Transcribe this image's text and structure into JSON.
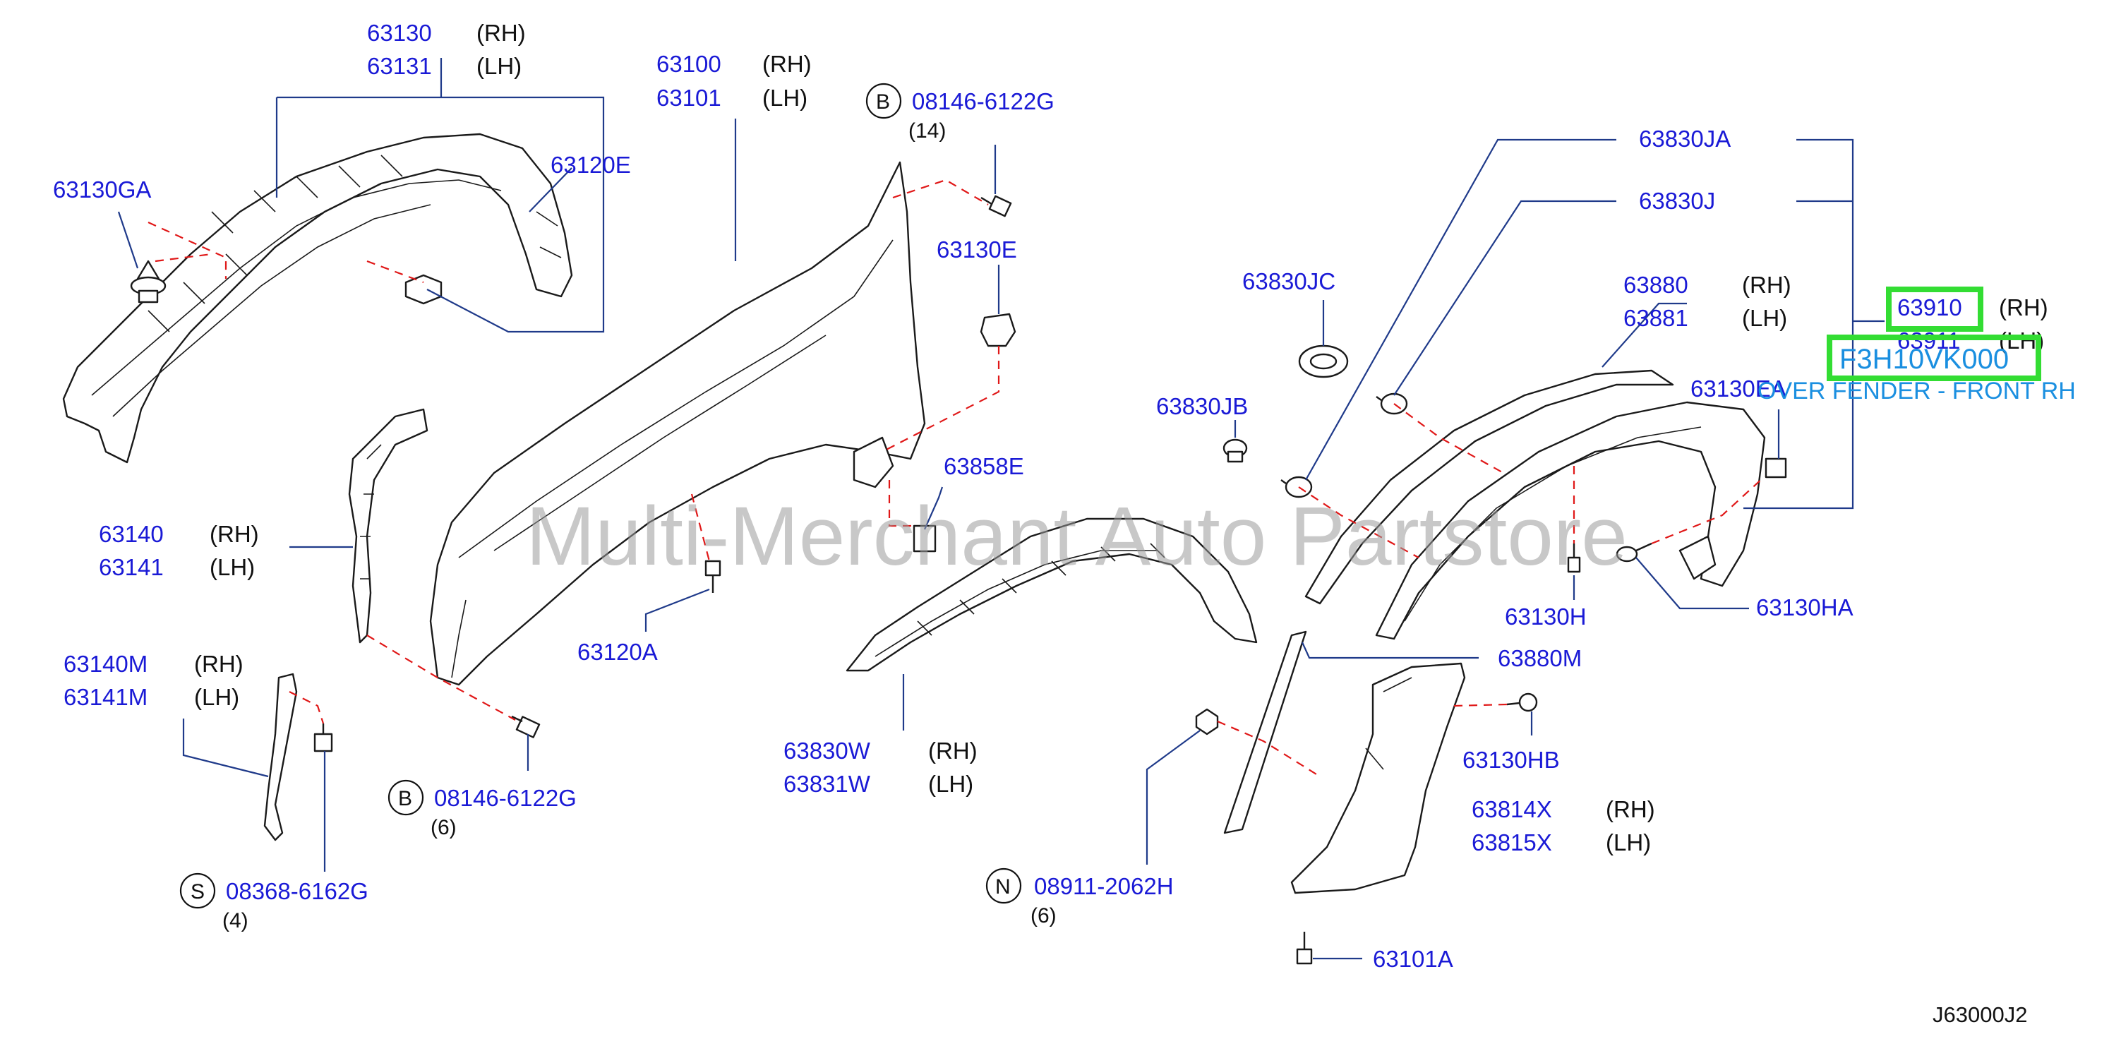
{
  "labels": [
    {
      "id": "63130",
      "pn": "63130",
      "side": "(RH)"
    },
    {
      "id": "63131",
      "pn": "63131",
      "side": "(LH)"
    },
    {
      "id": "63130GA",
      "pn": "63130GA"
    },
    {
      "id": "63120E",
      "pn": "63120E"
    },
    {
      "id": "63100",
      "pn": "63100",
      "side": "(RH)"
    },
    {
      "id": "63101",
      "pn": "63101",
      "side": "(LH)"
    },
    {
      "id": "08146top",
      "sym": "B",
      "pn": "08146-6122G",
      "qty": "(14)"
    },
    {
      "id": "63130E",
      "pn": "63130E"
    },
    {
      "id": "63858E",
      "pn": "63858E"
    },
    {
      "id": "63140",
      "pn": "63140",
      "side": "(RH)"
    },
    {
      "id": "63141",
      "pn": "63141",
      "side": "(LH)"
    },
    {
      "id": "63120A",
      "pn": "63120A"
    },
    {
      "id": "63140M",
      "pn": "63140M",
      "side": "(RH)"
    },
    {
      "id": "63141M",
      "pn": "63141M",
      "side": "(LH)"
    },
    {
      "id": "08146bot",
      "sym": "B",
      "pn": "08146-6122G",
      "qty": "(6)"
    },
    {
      "id": "08368",
      "sym": "S",
      "pn": "08368-6162G",
      "qty": "(4)"
    },
    {
      "id": "63830W",
      "pn": "63830W",
      "side": "(RH)"
    },
    {
      "id": "63831W",
      "pn": "63831W",
      "side": "(LH)"
    },
    {
      "id": "63830JC",
      "pn": "63830JC"
    },
    {
      "id": "63830JB",
      "pn": "63830JB"
    },
    {
      "id": "63830JA",
      "pn": "63830JA"
    },
    {
      "id": "63830J",
      "pn": "63830J"
    },
    {
      "id": "63880",
      "pn": "63880",
      "side": "(RH)"
    },
    {
      "id": "63881",
      "pn": "63881",
      "side": "(LH)"
    },
    {
      "id": "63910",
      "pn": "63910",
      "side": "(RH)"
    },
    {
      "id": "63911",
      "pn": "63911",
      "side": "(LH)"
    },
    {
      "id": "63130EA",
      "pn": "63130EA"
    },
    {
      "id": "63130H",
      "pn": "63130H"
    },
    {
      "id": "63130HA",
      "pn": "63130HA"
    },
    {
      "id": "63880M",
      "pn": "63880M"
    },
    {
      "id": "63130HB",
      "pn": "63130HB"
    },
    {
      "id": "63814X",
      "pn": "63814X",
      "side": "(RH)"
    },
    {
      "id": "63815X",
      "pn": "63815X",
      "side": "(LH)"
    },
    {
      "id": "08911",
      "sym": "N",
      "pn": "08911-2062H",
      "qty": "(6)"
    },
    {
      "id": "63101A",
      "pn": "63101A"
    }
  ],
  "highlight": {
    "part_number": "63910",
    "oem_code": "F3H10VK000",
    "description": "OVER FENDER - FRONT RH"
  },
  "watermark": "Multi-Merchant Auto Partstore",
  "diagram_code": "J63000J2",
  "colors": {
    "part_number": "#1a1ad6",
    "leader": "#1f3a8a",
    "dashed": "#e01818",
    "highlight_box": "#33dd33",
    "description": "#1a8fe0"
  }
}
